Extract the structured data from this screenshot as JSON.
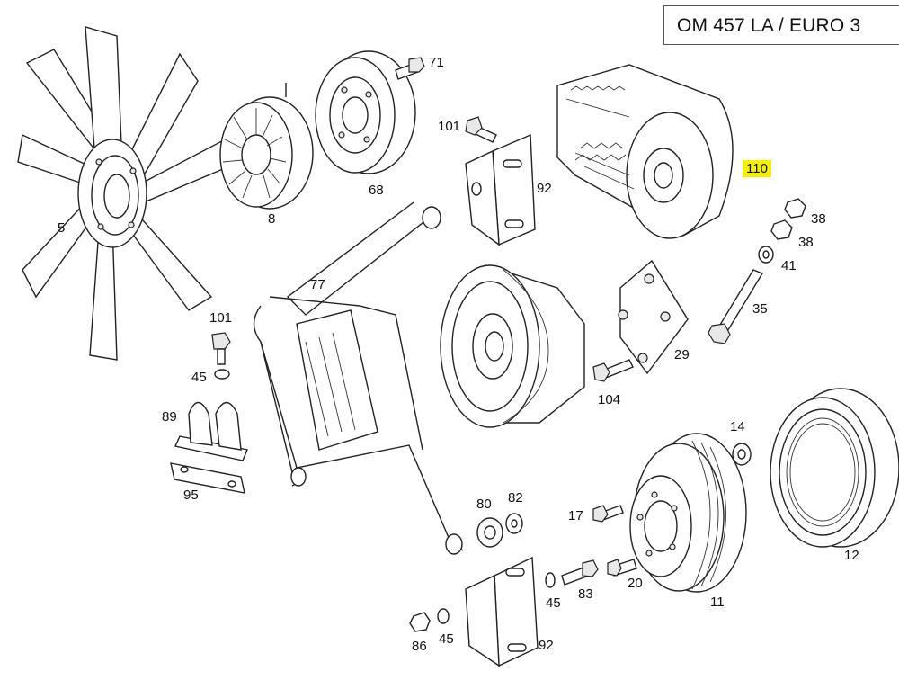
{
  "header": {
    "engine_label": "OM 457 LA / EURO 3"
  },
  "part_labels": {
    "p5": "5",
    "p8": "8",
    "p68": "68",
    "p71": "71",
    "p101a": "101",
    "p92a": "92",
    "p110": "110",
    "p38a": "38",
    "p38b": "38",
    "p41": "41",
    "p35": "35",
    "p77": "77",
    "p101b": "101",
    "p45a": "45",
    "p89": "89",
    "p95": "95",
    "p29": "29",
    "p104": "104",
    "p14": "14",
    "p12": "12",
    "p80": "80",
    "p82": "82",
    "p17": "17",
    "p83": "83",
    "p20": "20",
    "p45b": "45",
    "p11": "11",
    "p86": "86",
    "p45c": "45",
    "p92b": "92"
  },
  "highlight": {
    "part": "110",
    "color": "#f4f000"
  }
}
